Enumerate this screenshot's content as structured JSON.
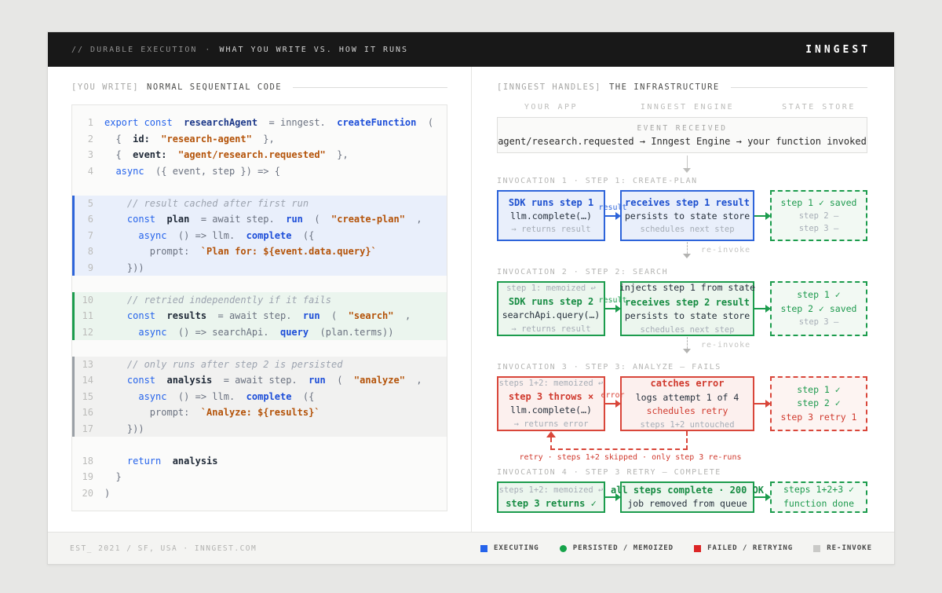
{
  "header": {
    "left_prefix": "// DURABLE EXECUTION",
    "left_sep": "·",
    "left_main": "WHAT YOU WRITE VS. HOW IT RUNS",
    "brand": "INNGEST"
  },
  "left_panel": {
    "title_bracket": "[YOU WRITE]",
    "title_text": "NORMAL SEQUENTIAL CODE",
    "code": {
      "lines": [
        {
          "n": "1",
          "hl": "",
          "tokens": [
            {
              "c": "kw",
              "t": "export const"
            },
            {
              "c": "pl",
              "t": "  "
            },
            {
              "c": "name",
              "t": "researchAgent"
            },
            {
              "c": "pl",
              "t": "  = inngest.  "
            },
            {
              "c": "fn",
              "t": "createFunction"
            },
            {
              "c": "pl",
              "t": "  ("
            }
          ]
        },
        {
          "n": "2",
          "hl": "",
          "tokens": [
            {
              "c": "pl",
              "t": "  {  "
            },
            {
              "c": "var",
              "t": "id:"
            },
            {
              "c": "pl",
              "t": "  "
            },
            {
              "c": "str",
              "t": "\"research-agent\""
            },
            {
              "c": "pl",
              "t": "  },"
            }
          ]
        },
        {
          "n": "3",
          "hl": "",
          "tokens": [
            {
              "c": "pl",
              "t": "  {  "
            },
            {
              "c": "var",
              "t": "event:"
            },
            {
              "c": "pl",
              "t": "  "
            },
            {
              "c": "str",
              "t": "\"agent/research.requested\""
            },
            {
              "c": "pl",
              "t": "  },"
            }
          ]
        },
        {
          "n": "4",
          "hl": "",
          "tokens": [
            {
              "c": "kw",
              "t": "  async"
            },
            {
              "c": "pl",
              "t": "  ({ event, step }) => {"
            }
          ]
        },
        {
          "blank": true
        },
        {
          "n": "5",
          "hl": "hl-blue",
          "tokens": [
            {
              "c": "cmt",
              "t": "    // result cached after first run"
            }
          ]
        },
        {
          "n": "6",
          "hl": "hl-blue",
          "tokens": [
            {
              "c": "kw",
              "t": "    const"
            },
            {
              "c": "pl",
              "t": "  "
            },
            {
              "c": "var",
              "t": "plan"
            },
            {
              "c": "pl",
              "t": "  = await step.  "
            },
            {
              "c": "fn",
              "t": "run"
            },
            {
              "c": "pl",
              "t": "  (  "
            },
            {
              "c": "str",
              "t": "\"create-plan\""
            },
            {
              "c": "pl",
              "t": "  ,"
            }
          ]
        },
        {
          "n": "7",
          "hl": "hl-blue",
          "tokens": [
            {
              "c": "kw",
              "t": "      async"
            },
            {
              "c": "pl",
              "t": "  () => llm.  "
            },
            {
              "c": "fn",
              "t": "complete"
            },
            {
              "c": "pl",
              "t": "  ({"
            }
          ]
        },
        {
          "n": "8",
          "hl": "hl-blue",
          "tokens": [
            {
              "c": "pl",
              "t": "        prompt:  "
            },
            {
              "c": "str",
              "t": "`Plan for: ${event.data.query}`"
            }
          ]
        },
        {
          "n": "9",
          "hl": "hl-blue",
          "tokens": [
            {
              "c": "pl",
              "t": "    }))"
            }
          ]
        },
        {
          "blank": true
        },
        {
          "n": "10",
          "hl": "hl-green",
          "tokens": [
            {
              "c": "cmt",
              "t": "    // retried independently if it fails"
            }
          ]
        },
        {
          "n": "11",
          "hl": "hl-green",
          "tokens": [
            {
              "c": "kw",
              "t": "    const"
            },
            {
              "c": "pl",
              "t": "  "
            },
            {
              "c": "var",
              "t": "results"
            },
            {
              "c": "pl",
              "t": "  = await step.  "
            },
            {
              "c": "fn",
              "t": "run"
            },
            {
              "c": "pl",
              "t": "  (  "
            },
            {
              "c": "str",
              "t": "\"search\""
            },
            {
              "c": "pl",
              "t": "  ,"
            }
          ]
        },
        {
          "n": "12",
          "hl": "hl-green",
          "tokens": [
            {
              "c": "kw",
              "t": "      async"
            },
            {
              "c": "pl",
              "t": "  () => searchApi.  "
            },
            {
              "c": "fn",
              "t": "query"
            },
            {
              "c": "pl",
              "t": "  (plan.terms))"
            }
          ]
        },
        {
          "blank": true
        },
        {
          "n": "13",
          "hl": "hl-gray",
          "tokens": [
            {
              "c": "cmt",
              "t": "    // only runs after step 2 is persisted"
            }
          ]
        },
        {
          "n": "14",
          "hl": "hl-gray",
          "tokens": [
            {
              "c": "kw",
              "t": "    const"
            },
            {
              "c": "pl",
              "t": "  "
            },
            {
              "c": "var",
              "t": "analysis"
            },
            {
              "c": "pl",
              "t": "  = await step.  "
            },
            {
              "c": "fn",
              "t": "run"
            },
            {
              "c": "pl",
              "t": "  (  "
            },
            {
              "c": "str",
              "t": "\"analyze\""
            },
            {
              "c": "pl",
              "t": "  ,"
            }
          ]
        },
        {
          "n": "15",
          "hl": "hl-gray",
          "tokens": [
            {
              "c": "kw",
              "t": "      async"
            },
            {
              "c": "pl",
              "t": "  () => llm.  "
            },
            {
              "c": "fn",
              "t": "complete"
            },
            {
              "c": "pl",
              "t": "  ({"
            }
          ]
        },
        {
          "n": "16",
          "hl": "hl-gray",
          "tokens": [
            {
              "c": "pl",
              "t": "        prompt:  "
            },
            {
              "c": "str",
              "t": "`Analyze: ${results}`"
            }
          ]
        },
        {
          "n": "17",
          "hl": "hl-gray",
          "tokens": [
            {
              "c": "pl",
              "t": "    }))"
            }
          ]
        },
        {
          "blank": true
        },
        {
          "n": "18",
          "hl": "",
          "tokens": [
            {
              "c": "kw",
              "t": "    return"
            },
            {
              "c": "pl",
              "t": "  "
            },
            {
              "c": "var",
              "t": "analysis"
            }
          ]
        },
        {
          "n": "19",
          "hl": "",
          "tokens": [
            {
              "c": "pl",
              "t": "  }"
            }
          ]
        },
        {
          "n": "20",
          "hl": "",
          "tokens": [
            {
              "c": "pl",
              "t": ")"
            }
          ]
        }
      ]
    }
  },
  "right_panel": {
    "title_bracket": "[INNGEST HANDLES]",
    "title_text": "THE INFRASTRUCTURE",
    "columns": [
      "YOUR APP",
      "INNGEST ENGINE",
      "STATE STORE"
    ],
    "event_box": {
      "title": "EVENT RECEIVED",
      "text": "agent/research.requested → Inngest Engine → your function invoked"
    },
    "reinvoke_label": "re-invoke",
    "retry_note": "retry · steps 1+2 skipped · only step 3 re-runs",
    "invocations": [
      {
        "label": "INVOCATION 1 · STEP 1: CREATE-PLAN",
        "height": 65,
        "app": {
          "style": "b-solid-blue",
          "lines": [
            {
              "t": "SDK runs step 1",
              "r": "r-head-blue"
            },
            {
              "t": "llm.complete(…)",
              "r": "r-code"
            },
            {
              "t": "→ returns result",
              "r": "r-dim"
            }
          ]
        },
        "arrow1": {
          "label": "result",
          "color": "c-blue"
        },
        "engine": {
          "style": "b-solid-blue",
          "lines": [
            {
              "t": "receives step 1 result",
              "r": "r-head-blue"
            },
            {
              "t": "persists to state store",
              "r": "r-code"
            },
            {
              "t": "schedules next step",
              "r": "r-dim"
            }
          ]
        },
        "arrow2": {
          "color": "c-green"
        },
        "state": {
          "style": "b-dashed-green",
          "lines": [
            {
              "t": "step 1 ✓ saved",
              "r": "r-green"
            },
            {
              "t": "step 2 –",
              "r": "r-dim"
            },
            {
              "t": "step 3 –",
              "r": "r-dim"
            }
          ]
        },
        "after": "reinvoke"
      },
      {
        "label": "INVOCATION 2 · STEP 2: SEARCH",
        "height": 70,
        "app": {
          "style": "b-solid-green",
          "lines": [
            {
              "t": "step 1: memoized ↩",
              "r": "r-dim"
            },
            {
              "t": "SDK runs step 2",
              "r": "r-head-green"
            },
            {
              "t": "searchApi.query(…)",
              "r": "r-code"
            },
            {
              "t": "→ returns result",
              "r": "r-dim"
            }
          ]
        },
        "arrow1": {
          "label": "result",
          "color": "c-green"
        },
        "engine": {
          "style": "b-solid-green",
          "lines": [
            {
              "t": "injects step 1 from state",
              "r": "r-code"
            },
            {
              "t": "receives step 2 result",
              "r": "r-head-green"
            },
            {
              "t": "persists to state store",
              "r": "r-code"
            },
            {
              "t": "schedules next step",
              "r": "r-dim"
            }
          ]
        },
        "arrow2": {
          "color": "c-green"
        },
        "state": {
          "style": "b-dashed-green",
          "lines": [
            {
              "t": "step 1 ✓",
              "r": "r-green"
            },
            {
              "t": "step 2 ✓ saved",
              "r": "r-green"
            },
            {
              "t": "step 3 –",
              "r": "r-dim"
            }
          ]
        },
        "after": "reinvoke"
      },
      {
        "label": "INVOCATION 3 · STEP 3: ANALYZE — FAILS",
        "height": 70,
        "app": {
          "style": "b-solid-red",
          "lines": [
            {
              "t": "steps 1+2: memoized ↩",
              "r": "r-dim"
            },
            {
              "t": "step 3 throws ×",
              "r": "r-head-red"
            },
            {
              "t": "llm.complete(…)",
              "r": "r-code"
            },
            {
              "t": "→ returns error",
              "r": "r-dim"
            }
          ]
        },
        "arrow1": {
          "label": "error",
          "color": "c-red"
        },
        "engine": {
          "style": "b-solid-red",
          "lines": [
            {
              "t": "catches error",
              "r": "r-head-red"
            },
            {
              "t": "logs attempt 1 of 4",
              "r": "r-code"
            },
            {
              "t": "schedules retry",
              "r": "r-red"
            },
            {
              "t": "steps 1+2 untouched",
              "r": "r-dim"
            }
          ]
        },
        "arrow2": {
          "color": "c-red"
        },
        "state": {
          "style": "b-dashed-red",
          "lines": [
            {
              "t": "step 1 ✓",
              "r": "r-green"
            },
            {
              "t": "step 2 ✓",
              "r": "r-green"
            },
            {
              "t": "step 3 retry 1",
              "r": "r-red"
            }
          ]
        },
        "after": "retry"
      },
      {
        "label": "INVOCATION 4 · STEP 3 RETRY — COMPLETE",
        "height": 40,
        "app": {
          "style": "b-solid-green",
          "lines": [
            {
              "t": "steps 1+2: memoized ↩",
              "r": "r-dim"
            },
            {
              "t": "step 3 returns ✓",
              "r": "r-head-green"
            }
          ]
        },
        "arrow1": {
          "color": "c-green"
        },
        "engine": {
          "style": "b-solid-green",
          "lines": [
            {
              "t": "all steps complete · 200 OK",
              "r": "r-head-green"
            },
            {
              "t": "job removed from queue",
              "r": "r-code"
            }
          ]
        },
        "arrow2": {
          "color": "c-green"
        },
        "state": {
          "style": "b-dashed-green",
          "lines": [
            {
              "t": "steps 1+2+3 ✓",
              "r": "r-green"
            },
            {
              "t": "function done",
              "r": "r-green"
            }
          ]
        },
        "after": null
      }
    ]
  },
  "footer": {
    "left": "EST_ 2021 / SF, USA · INNGEST.COM",
    "legend": [
      {
        "label": "EXECUTING",
        "color": "#2563eb",
        "shape": "square"
      },
      {
        "label": "PERSISTED / MEMOIZED",
        "color": "#16a34a",
        "shape": "circle"
      },
      {
        "label": "FAILED / RETRYING",
        "color": "#dc2626",
        "shape": "square"
      },
      {
        "label": "RE-INVOKE",
        "color": "#c9c9c7",
        "shape": "square"
      }
    ]
  },
  "colors": {
    "executing_blue": "#2563eb",
    "persisted_green": "#16a34a",
    "failed_red": "#dc2626",
    "reinvoke_gray": "#c9c9c7"
  }
}
